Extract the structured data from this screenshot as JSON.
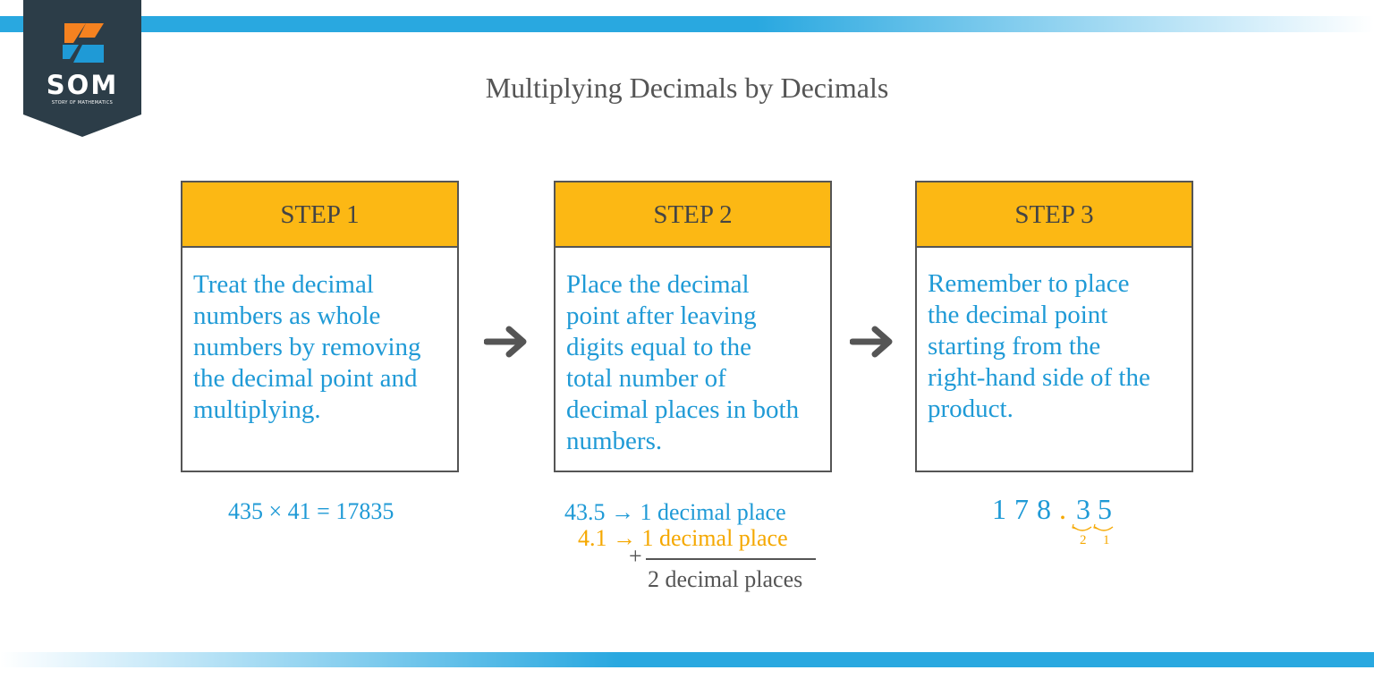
{
  "logo": {
    "text": "SOM",
    "subtext": "STORY OF MATHEMATICS"
  },
  "title": "Multiplying Decimals by Decimals",
  "steps": [
    {
      "heading": "STEP 1",
      "lines": [
        "Treat the decimal",
        "numbers as whole",
        "numbers by removing",
        "the decimal point and",
        "multiplying."
      ]
    },
    {
      "heading": "STEP 2",
      "lines": [
        "Place the decimal",
        "point after leaving",
        "digits equal to the",
        "total number of",
        "decimal places in both",
        "numbers."
      ]
    },
    {
      "heading": "STEP 3",
      "lines": [
        "Remember to place",
        "the decimal point",
        "starting from the",
        "right-hand side of the",
        "product."
      ]
    }
  ],
  "example1": {
    "equation": "435 × 41 = 17835"
  },
  "example2": {
    "row1": "43.5 → 1 decimal place",
    "row2": "4.1 → 1 decimal place",
    "plus": "+",
    "total": "2 decimal places"
  },
  "example3": {
    "digits": [
      "1",
      "7",
      "8",
      ".",
      "3",
      "5"
    ],
    "counts": [
      "2",
      "1"
    ]
  },
  "colors": {
    "accent_blue": "#29a8e0",
    "text_blue": "#1f9ad6",
    "header_orange": "#fcb814",
    "highlight_orange": "#f5a800",
    "border_gray": "#555555"
  }
}
